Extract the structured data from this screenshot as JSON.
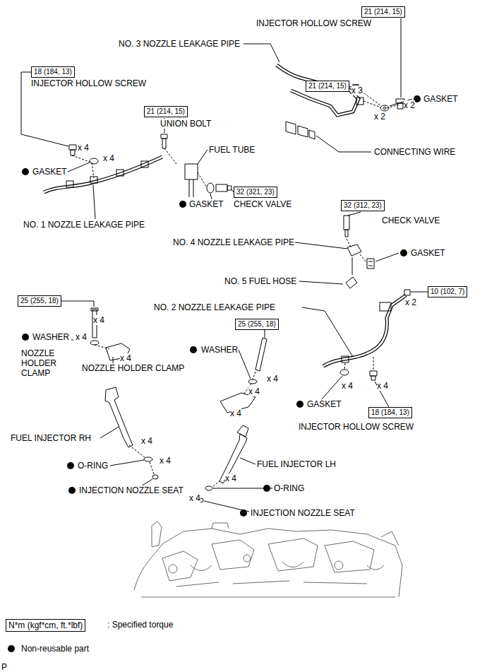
{
  "diagram": {
    "nodes": [
      {
        "text": [
          "21 (214, 15)"
        ]
      },
      {
        "text": [
          "18 (184, 13)"
        ]
      },
      {
        "text": [
          "21 (214, 15)"
        ]
      },
      {
        "text": [
          "21 (214, 15)"
        ]
      },
      {
        "text": [
          "32 (321, 23)"
        ]
      },
      {
        "text": [
          "32 (312, 23)"
        ]
      },
      {
        "text": [
          "10 (102, 7)"
        ]
      },
      {
        "text": [
          "25 (255, 18)"
        ]
      },
      {
        "text": [
          "25 (255, 18)"
        ]
      },
      {
        "text": [
          "18 (184, 13)"
        ]
      },
      {
        "text": [
          "N*m (kgf*cm, ft.*lbf)"
        ]
      }
    ],
    "edges": [],
    "labels": [
      "INJECTOR HOLLOW SCREW",
      "NO. 3 NOZZLE LEAKAGE PIPE",
      "x 3",
      "x 2",
      "x 2",
      "GASKET",
      "CONNECTING WIRE",
      "INJECTOR HOLLOW SCREW",
      "UNION BOLT",
      "x 4",
      "x 4",
      "GASKET",
      "FUEL TUBE",
      "GASKET",
      "CHECK VALVE",
      "NO. 1 NOZZLE LEAKAGE PIPE",
      "CHECK VALVE",
      "NO. 4 NOZZLE LEAKAGE PIPE",
      "GASKET",
      "NO. 5 FUEL HOSE",
      "x 2",
      "NO. 2 NOZZLE LEAKAGE PIPE",
      "x 4",
      "WASHER",
      "x 4",
      "NOZZLE HOLDER CLAMP",
      "x 4",
      "NOZZLE HOLDER CLAMP",
      "WASHER",
      "x 4",
      "x 4",
      "x 4",
      "x 4",
      "x 4",
      "GASKET",
      "INJECTOR HOLLOW SCREW",
      "FUEL INJECTOR RH",
      "x 4",
      "O-RING",
      "x 4",
      "FUEL INJECTOR LH",
      "INJECTION NOZZLE SEAT",
      "x 4",
      "O-RING",
      "x 4",
      "INJECTION NOZZLE SEAT",
      "P"
    ],
    "legend": [
      {
        "text": ": Specified torque"
      },
      {
        "text": "Non-reusable part"
      }
    ]
  }
}
